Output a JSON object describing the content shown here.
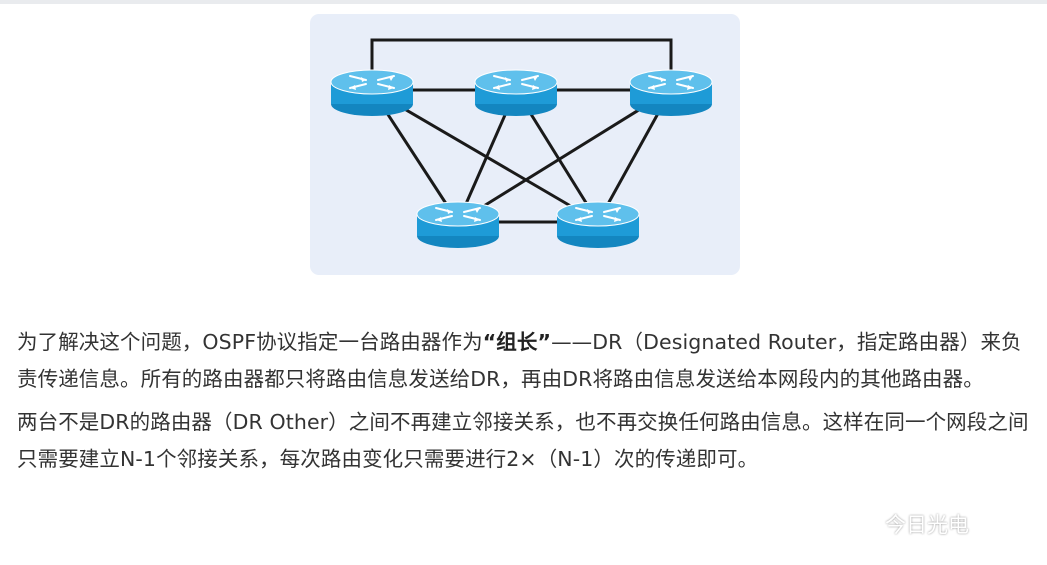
{
  "colors": {
    "figure_background": "#e8eef9",
    "router_blue": "#1e9bd7",
    "router_top": "#5fc0ec",
    "link_line": "#1a1a1a",
    "text": "#333333"
  },
  "figure": {
    "nodes": [
      {
        "id": "r1",
        "icon": "router-icon"
      },
      {
        "id": "r2",
        "icon": "router-icon"
      },
      {
        "id": "r3",
        "icon": "router-icon"
      },
      {
        "id": "r4",
        "icon": "router-icon"
      },
      {
        "id": "r5",
        "icon": "router-icon"
      }
    ],
    "links": [
      [
        "r1",
        "r2"
      ],
      [
        "r2",
        "r3"
      ],
      [
        "r1",
        "r3"
      ],
      [
        "r1",
        "r4"
      ],
      [
        "r1",
        "r5"
      ],
      [
        "r2",
        "r4"
      ],
      [
        "r2",
        "r5"
      ],
      [
        "r3",
        "r4"
      ],
      [
        "r3",
        "r5"
      ],
      [
        "r4",
        "r5"
      ]
    ]
  },
  "paragraph1": {
    "part1": "为了解决这个问题，OSPF协议指定一台路由器作为",
    "quote_open": "“",
    "bold": "组长",
    "quote_close": "”",
    "part2": "——DR（Designated Router，指定路由器）来负责传递信息。所有的路由器都只将路由信息发送给DR，再由DR将路由信息发送给本网段内的其他路由器。"
  },
  "paragraph2": {
    "text": "两台不是DR的路由器（DR Other）之间不再建立邻接关系，也不再交换任何路由信息。这样在同一个网段之间只需要建立N-1个邻接关系，每次路由变化只需要进行2×（N-1）次的传递即可。"
  },
  "watermark": {
    "icon": "wechat-icon",
    "text": "今日光电"
  }
}
